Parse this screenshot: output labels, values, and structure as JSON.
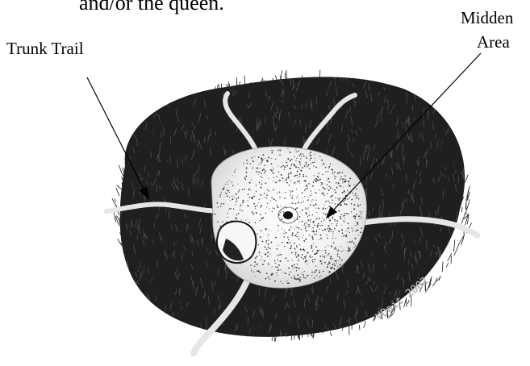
{
  "header": {
    "caption_fragment": "and/or the queen."
  },
  "labels": {
    "trunk_trail": "Trunk Trail",
    "midden_line1": "Midden",
    "midden_line2": "Area"
  },
  "signature": "VDait 2002",
  "colors": {
    "grass": "#1f1f1f",
    "mound_light": "#f4f4f4",
    "stipple": "#2a2a2a",
    "trail": "#e6e6e6",
    "background": "#ffffff"
  }
}
